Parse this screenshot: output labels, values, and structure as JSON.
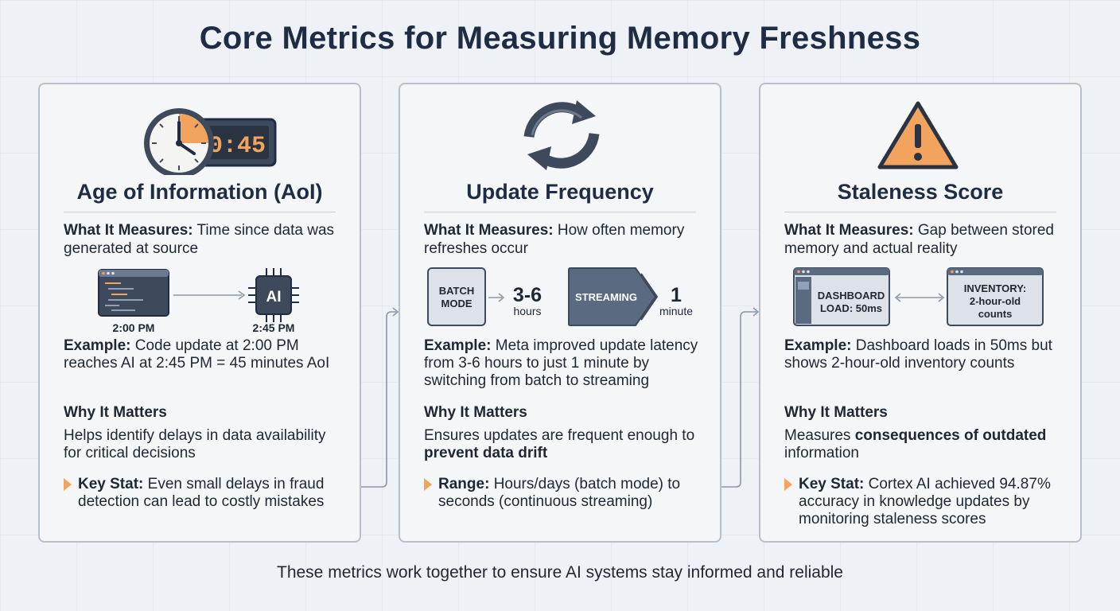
{
  "title": "Core Metrics for Measuring Memory Freshness",
  "footer": "These metrics work together to ensure AI systems stay informed and reliable",
  "colors": {
    "accent": "#f2a35e",
    "navy": "#1e2c44",
    "slate": "#5a6a80"
  },
  "cards": [
    {
      "title": "Age of Information (AoI)",
      "icon": "clock-timer-icon",
      "timer_display": "0:45",
      "what_label": "What It Measures:",
      "what_text": "Time since data was generated at source",
      "illus": {
        "left_time": "2:00 PM",
        "right_time": "2:45 PM",
        "chip_label": "AI"
      },
      "example_label": "Example:",
      "example_text": "Code update at 2:00 PM reaches AI at 2:45 PM = 45 minutes AoI",
      "why_heading": "Why It Matters",
      "why_text": "Helps identify delays in data availability for critical decisions",
      "why_bold": "",
      "why_tail": "",
      "stat_label": "Key Stat:",
      "stat_text": "Even small delays in fraud detection can lead to costly mistakes"
    },
    {
      "title": "Update Frequency",
      "icon": "refresh-icon",
      "what_label": "What It Measures:",
      "what_text": "How often memory refreshes occur",
      "illus": {
        "batch_line1": "BATCH",
        "batch_line2": "MODE",
        "batch_value": "3-6",
        "batch_unit": "hours",
        "stream_label": "STREAMING",
        "stream_value": "1",
        "stream_unit": "minute"
      },
      "example_label": "Example:",
      "example_text": "Meta improved update latency from 3-6 hours to just 1 minute by switching from batch to streaming",
      "why_heading": "Why It Matters",
      "why_text": "Ensures updates are frequent enough to",
      "why_bold": "prevent data drift",
      "why_tail": "",
      "stat_label": "Range:",
      "stat_text": "Hours/days (batch mode) to seconds (continuous streaming)"
    },
    {
      "title": "Staleness Score",
      "icon": "warning-icon",
      "what_label": "What It Measures:",
      "what_text": "Gap between stored memory and actual reality",
      "illus": {
        "dash_line1": "DASHBOARD",
        "dash_line2": "LOAD: 50ms",
        "inv_line1": "INVENTORY:",
        "inv_line2": "2-hour-old",
        "inv_line3": "counts"
      },
      "example_label": "Example:",
      "example_text": "Dashboard loads in 50ms but shows 2-hour-old inventory counts",
      "why_heading": "Why It Matters",
      "why_text": "Measures",
      "why_bold": "consequences of outdated",
      "why_tail": "information",
      "stat_label": "Key Stat:",
      "stat_text": "Cortex AI achieved 94.87% accuracy in knowledge updates by monitoring staleness scores"
    }
  ]
}
